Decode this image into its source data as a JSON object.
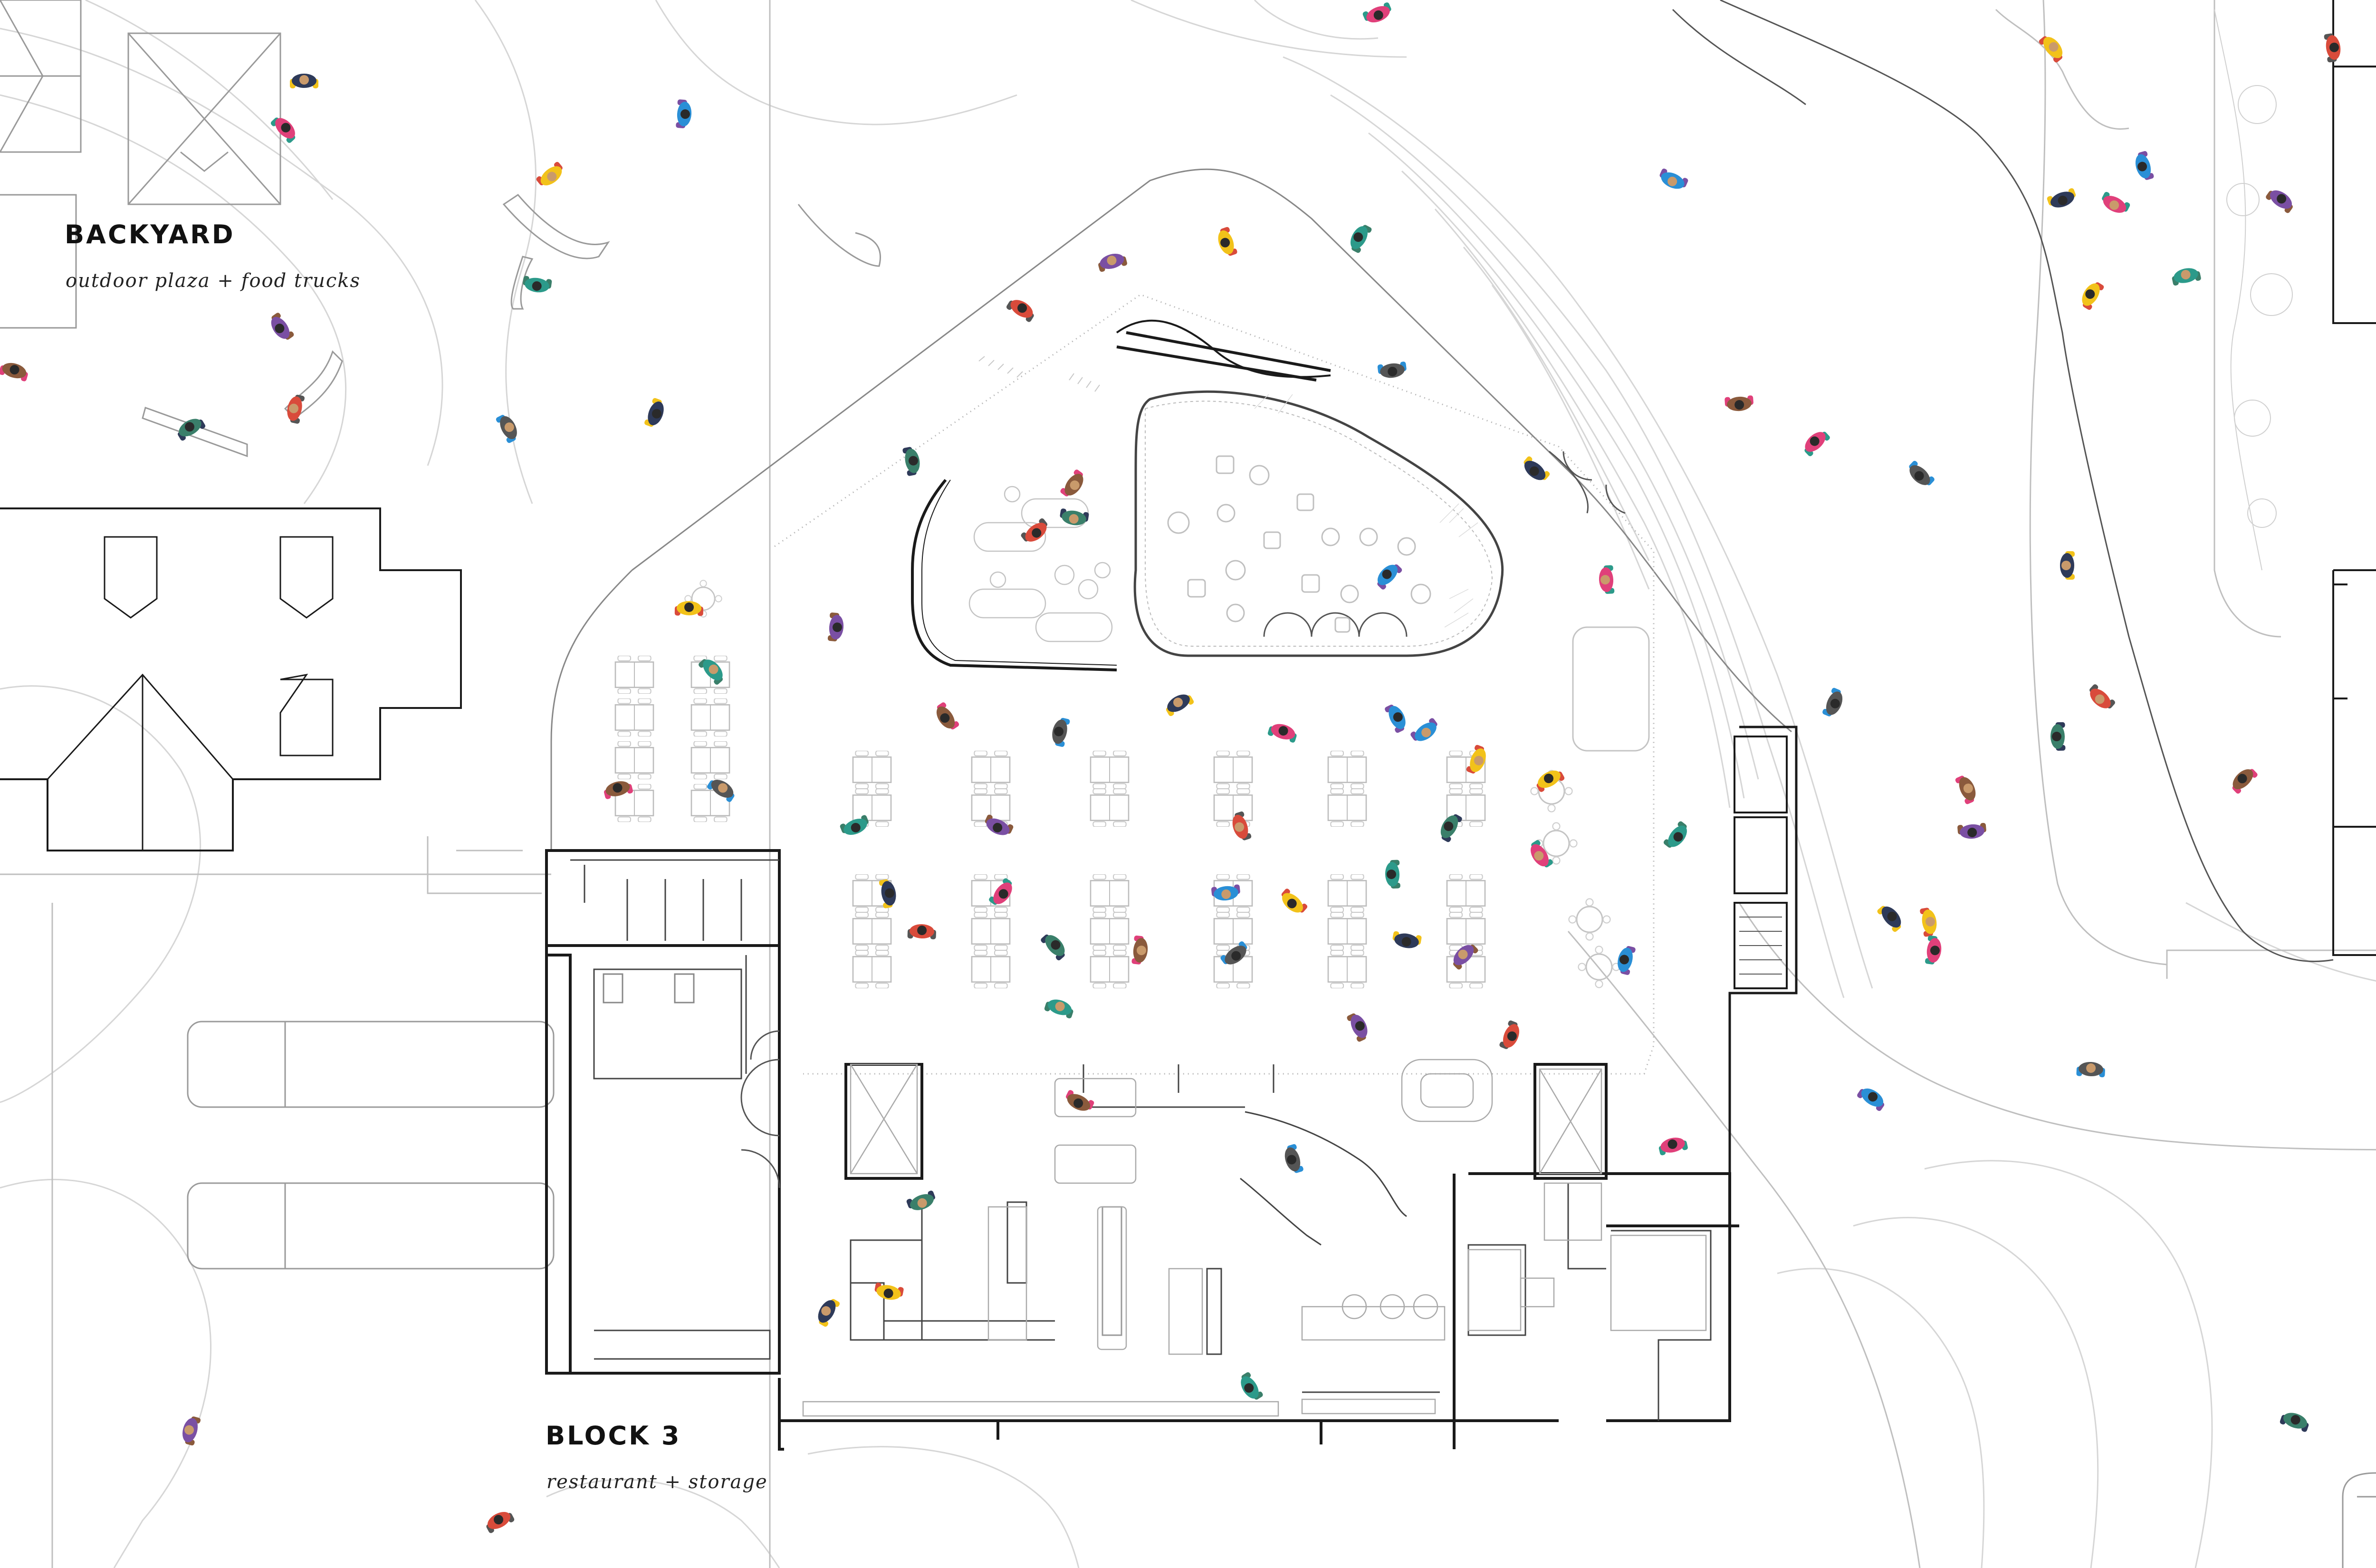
{
  "zones": {
    "backyard": {
      "title": "BACKYARD",
      "subtitle": "outdoor plaza + food trucks"
    },
    "block3": {
      "title": "BLOCK 3",
      "subtitle": "restaurant + storage"
    }
  },
  "colors": {
    "wall": "#1a1a1a",
    "line": "#9a9a9a",
    "contour": "#d4d4d4",
    "furniture": "#bdbdbd",
    "person_palette": [
      "#2e3a59",
      "#e0407a",
      "#2a8fd6",
      "#f2c21a",
      "#2c9a8a",
      "#7a4fa3",
      "#d94b3b",
      "#3a7f6a",
      "#8a5a3c",
      "#555555"
    ]
  },
  "icons": [
    "person-figure-icon",
    "table-icon",
    "chair-icon",
    "tree-icon",
    "car-icon",
    "toilet-icon",
    "stair-icon"
  ]
}
